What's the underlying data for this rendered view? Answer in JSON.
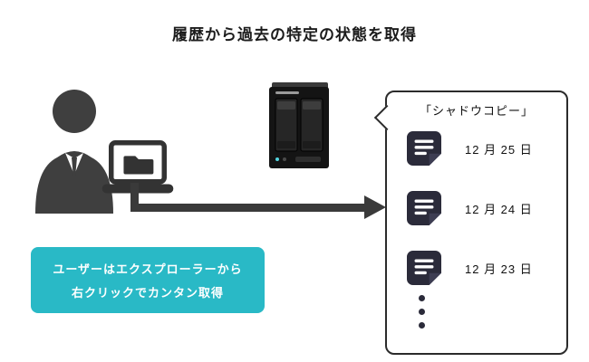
{
  "title": "履歴から過去の特定の状態を取得",
  "panel": {
    "header": "「シャドウコピー」",
    "items": [
      {
        "label": "12 月 25 日"
      },
      {
        "label": "12 月 24 日"
      },
      {
        "label": "12 月 23 日"
      }
    ]
  },
  "callout": {
    "line1": "ユーザーはエクスプローラーから",
    "line2": "右クリックでカンタン取得"
  },
  "colors": {
    "accent_teal": "#29b9c6",
    "arrow_dark": "#3a3a3a",
    "doc_icon_dark": "#2b2b3a",
    "panel_border": "#2b2b2b"
  },
  "icons": {
    "person": "user-silhouette-icon",
    "laptop": "laptop-folder-icon",
    "nas": "nas-device-icon",
    "document": "document-icon",
    "ellipsis": "ellipsis-dots"
  }
}
